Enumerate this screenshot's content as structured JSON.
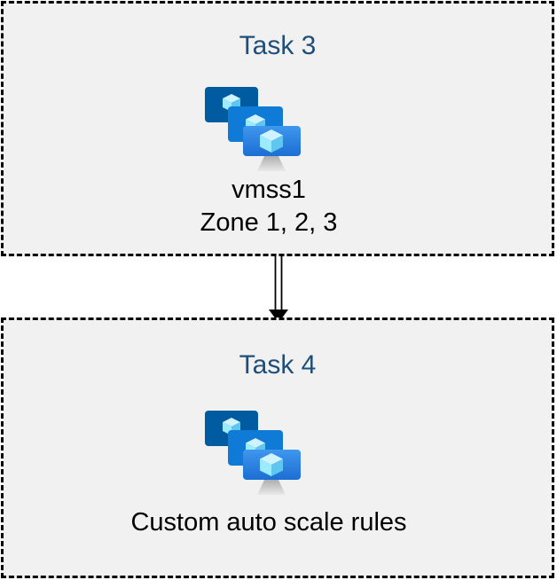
{
  "diagram": {
    "boxes": [
      {
        "title": "Task 3",
        "icon": "vm-scale-sets-icon",
        "lines": [
          "vmss1",
          "Zone 1, 2, 3"
        ]
      },
      {
        "title": "Task 4",
        "icon": "vm-scale-sets-icon",
        "lines": [
          "Custom auto scale rules"
        ]
      }
    ],
    "connector": {
      "type": "double-line-arrow",
      "direction": "down"
    },
    "colors": {
      "title_text": "#1F4E79",
      "body_text": "#000000",
      "box_background": "#F1F1F1",
      "box_border": "#000000",
      "arrow": "#000000",
      "monitor_back": "#005BA1",
      "monitor_middle": "#0F7BD7",
      "monitor_front_top": "#3F97EE",
      "monitor_front_bottom": "#1C6ED3",
      "cube_top": "#CFF4FF",
      "cube_left": "#9CEBFF",
      "cube_right": "#5FC6EF",
      "stand_top": "#A0A0A0",
      "stand_bottom": "#E9E9E9"
    }
  }
}
